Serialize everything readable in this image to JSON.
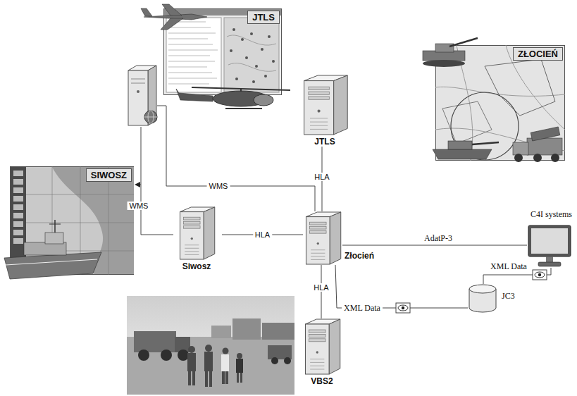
{
  "diagram": {
    "nodes": [
      {
        "text": [
          "JTLS"
        ]
      },
      {
        "text": [
          "ZŁOCIEŃ"
        ]
      },
      {
        "text": [
          "JTLS"
        ]
      },
      {
        "text": [
          "SIWOSZ"
        ]
      },
      {
        "text": [
          "Siwosz"
        ]
      },
      {
        "text": [
          "Złocień"
        ]
      },
      {
        "text": [
          "C4I systems"
        ]
      },
      {
        "text": [
          "JC3"
        ]
      },
      {
        "text": [
          "VBS2"
        ]
      }
    ],
    "edges": [
      {
        "from": 2,
        "to": 5,
        "label": "HLA",
        "arrow": "none"
      },
      {
        "from": 4,
        "to": 5,
        "label": "HLA",
        "arrow": "none"
      },
      {
        "from": 5,
        "to": 8,
        "label": "HLA",
        "arrow": "none"
      },
      {
        "from": 5,
        "to": 6,
        "label": "AdatP-3",
        "arrow": "none"
      },
      {
        "from": 5,
        "to": 7,
        "label": "XML Data",
        "arrow": "none"
      },
      {
        "from": 7,
        "to": 6,
        "label": "XML Data",
        "arrow": "none"
      }
    ],
    "labels": [
      "WMS",
      "WMS"
    ]
  }
}
